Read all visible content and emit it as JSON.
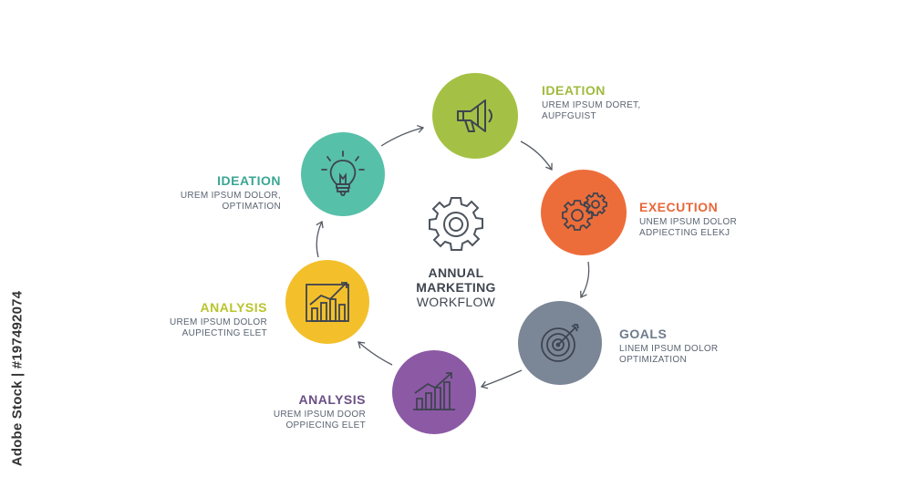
{
  "watermark": "Adobe Stock | #197492074",
  "center": {
    "line1": "ANNUAL",
    "line2": "MARKETING",
    "line3": "WORKFLOW"
  },
  "steps": [
    {
      "id": "ideation-top",
      "title": "IDEATION",
      "line1": "UREM IPSUM DORET,",
      "line2": "AUPFGUIST",
      "color": "#a5c145",
      "title_color": "#9fbb3e",
      "icon": "megaphone-icon"
    },
    {
      "id": "execution",
      "title": "EXECUTION",
      "line1": "UNEM IPSUM DOLOR",
      "line2": "ADPIECTING ELEKJ",
      "color": "#ed6d3a",
      "title_color": "#e8673a",
      "icon": "gears-icon"
    },
    {
      "id": "goals",
      "title": "GOALS",
      "line1": "LINEM IPSUM DOLOR",
      "line2": "OPTIMIZATION",
      "color": "#7b8797",
      "title_color": "#6f7b8b",
      "icon": "target-icon"
    },
    {
      "id": "analysis-bottom",
      "title": "ANALYSIS",
      "line1": "UREM IPSUM DOOR",
      "line2": "OPPIECING ELET",
      "color": "#8c59a5",
      "title_color": "#6b4f85",
      "icon": "growth-chart-icon"
    },
    {
      "id": "analysis-left",
      "title": "ANALYSIS",
      "line1": "UREM IPSUM DOLOR",
      "line2": "AUPIECTING ELET",
      "color": "#f3c02c",
      "title_color": "#b9c42c",
      "icon": "growth-chart-icon"
    },
    {
      "id": "ideation-left",
      "title": "IDEATION",
      "line1": "UREM IPSUM DOLOR,",
      "line2": "OPTIMATION",
      "color": "#57c0a9",
      "title_color": "#3aa595",
      "icon": "lightbulb-icon"
    }
  ]
}
